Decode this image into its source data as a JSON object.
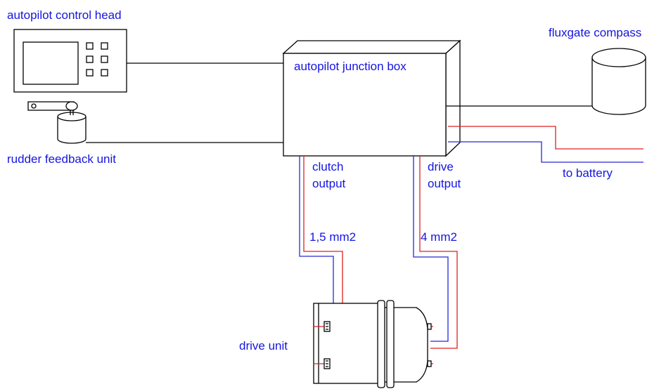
{
  "labels": {
    "control_head": "autopilot control head",
    "junction_box": "autopilot junction box",
    "fluxgate": "fluxgate compass",
    "rudder_feedback": "rudder feedback unit",
    "clutch_line1": "clutch",
    "clutch_line2": "output",
    "drive_line1": "drive",
    "drive_line2": "output",
    "clutch_wire": "1,5 mm2",
    "drive_wire": "4 mm2",
    "battery": "to battery",
    "drive_unit": "drive unit"
  },
  "colors": {
    "label": "#1515e0",
    "positive_wire": "#e02020",
    "negative_wire": "#2828d8",
    "outline": "#000000"
  }
}
